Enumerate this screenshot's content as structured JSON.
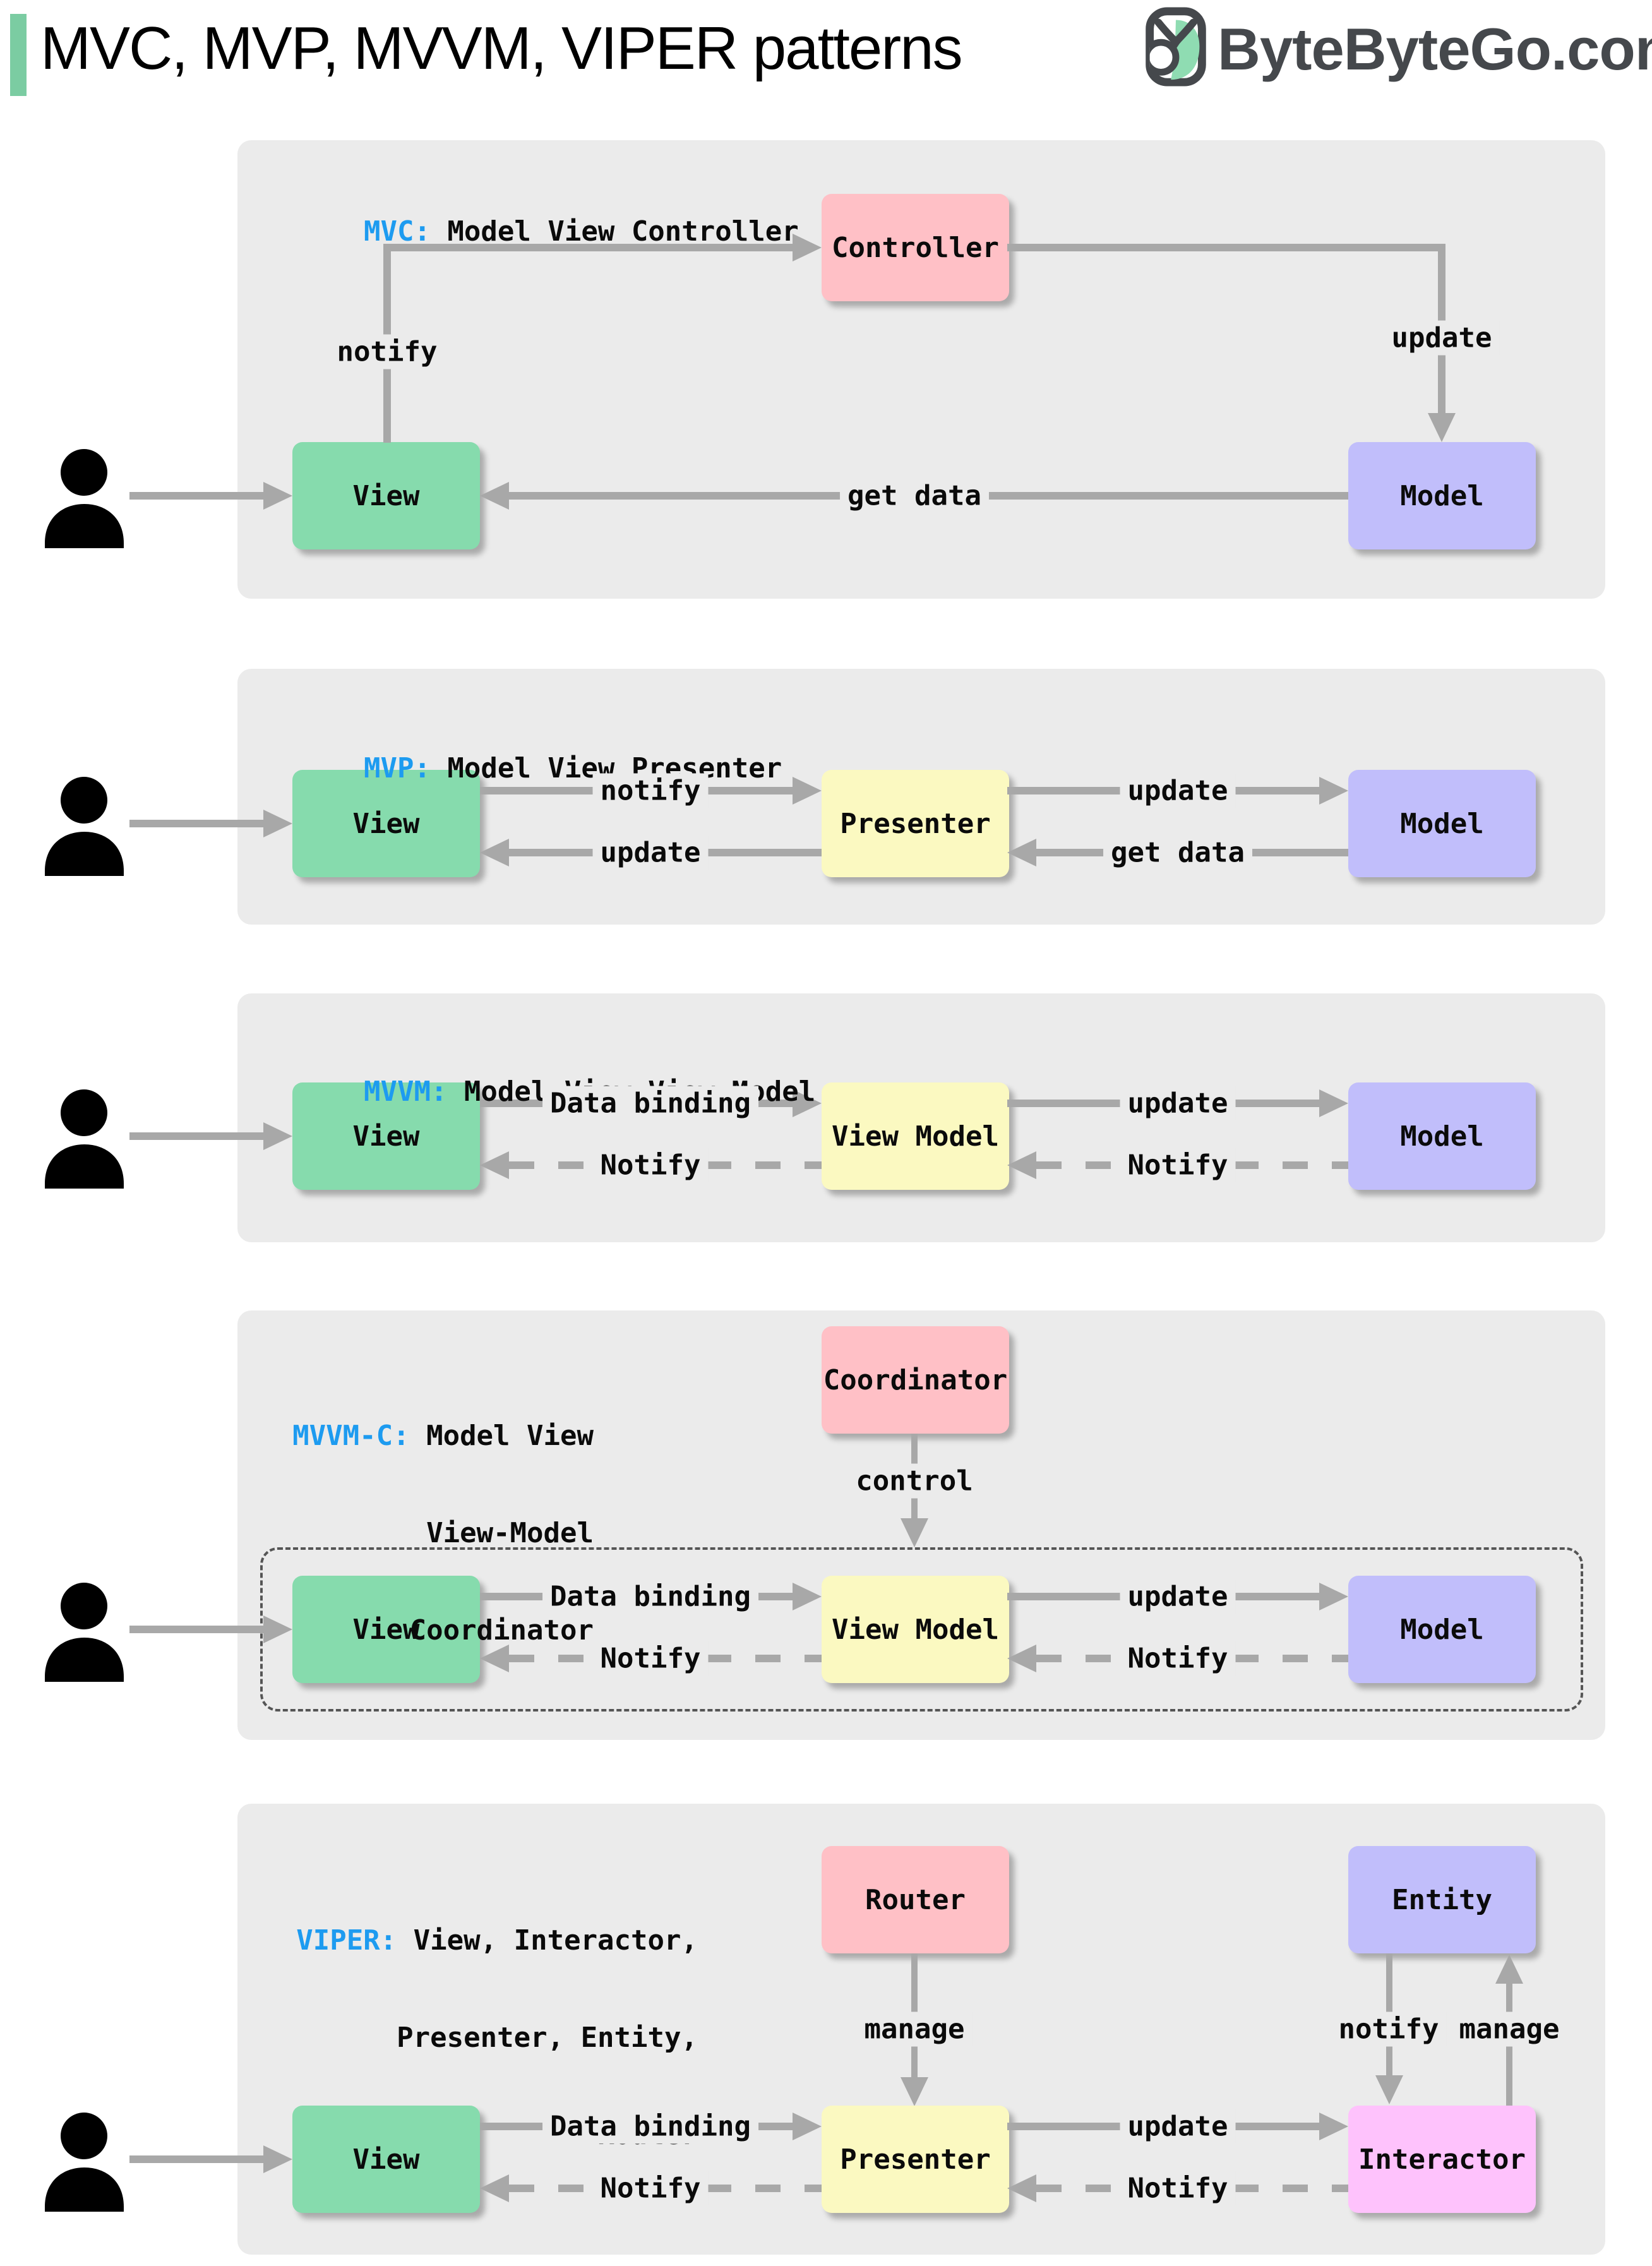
{
  "header": {
    "title": "MVC, MVP, MVVM, VIPER patterns",
    "brand": "ByteByteGo.com"
  },
  "colors": {
    "accent_green": "#7bcca2",
    "tag_blue": "#1d9bf0",
    "box_green": "#86dbad",
    "box_pink": "#ffc0c6",
    "box_yellow": "#fbf9c1",
    "box_purple": "#c1befb",
    "box_magenta": "#fec2fc",
    "panel_bg": "#ebebeb",
    "arrow_gray": "#a8a8a8"
  },
  "mvc": {
    "tag": "MVC:",
    "name": " Model View Controller",
    "controller": "Controller",
    "view": "View",
    "model": "Model",
    "notify": "notify",
    "update": "update",
    "get_data": "get data"
  },
  "mvp": {
    "tag": "MVP:",
    "name": " Model View Presenter",
    "view": "View",
    "presenter": "Presenter",
    "model": "Model",
    "notify": "notify",
    "update_to_view": "update",
    "update_to_model": "update",
    "get_data": "get data"
  },
  "mvvm": {
    "tag": "MVVM:",
    "name": " Model View View-Model",
    "view": "View",
    "view_model": "View Model",
    "model": "Model",
    "data_binding": "Data binding",
    "notify_to_view": "Notify",
    "update": "update",
    "notify_to_vm": "Notify"
  },
  "mvvmc": {
    "tag": "MVVM-C:",
    "name_line1": " Model View",
    "name_line2": "View-Model",
    "name_line3": "Coordinator",
    "coordinator": "Coordinator",
    "control": "control",
    "view": "View",
    "view_model": "View Model",
    "model": "Model",
    "data_binding": "Data binding",
    "notify_to_view": "Notify",
    "update": "update",
    "notify_to_vm": "Notify"
  },
  "viper": {
    "tag": "VIPER:",
    "name_line1": " View, Interactor,",
    "name_line2": "Presenter, Entity,",
    "name_line3": "Router",
    "router": "Router",
    "entity": "Entity",
    "manage_presenter": "manage",
    "notify_interactor": "notify",
    "manage_entity": "manage",
    "view": "View",
    "presenter": "Presenter",
    "interactor": "Interactor",
    "data_binding": "Data binding",
    "notify_to_view": "Notify",
    "update": "update",
    "notify_to_presenter": "Notify"
  }
}
